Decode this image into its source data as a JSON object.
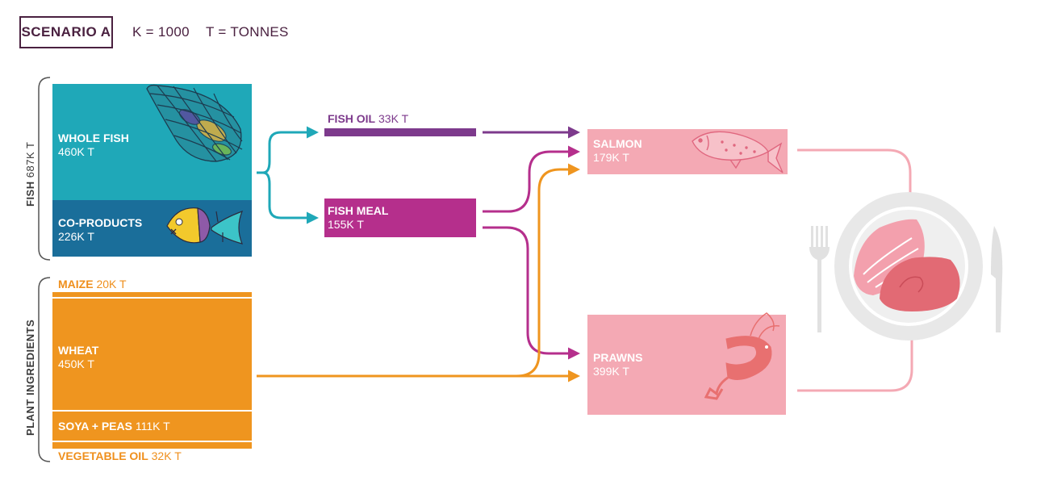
{
  "header": {
    "scenario": "SCENARIO A",
    "k_note": "K = 1000",
    "t_note": "T = TONNES"
  },
  "groups": {
    "fish": {
      "title": "FISH",
      "total": "687K T"
    },
    "plant": {
      "title": "PLANT INGREDIENTS"
    }
  },
  "sources": {
    "whole_fish": {
      "label": "WHOLE FISH",
      "value": "460K T"
    },
    "co_products": {
      "label": "CO-PRODUCTS",
      "value": "226K T"
    },
    "maize": {
      "label": "MAIZE",
      "value": "20K T"
    },
    "wheat": {
      "label": "WHEAT",
      "value": "450K T"
    },
    "soya_peas": {
      "label": "SOYA + PEAS",
      "value": "111K T"
    },
    "vegetable_oil": {
      "label": "VEGETABLE OIL",
      "value": "32K T"
    }
  },
  "intermediates": {
    "fish_oil": {
      "label": "FISH OIL",
      "value": "33K T"
    },
    "fish_meal": {
      "label": "FISH MEAL",
      "value": "155K T"
    }
  },
  "outputs": {
    "salmon": {
      "label": "SALMON",
      "value": "179K T"
    },
    "prawns": {
      "label": "PRAWNS",
      "value": "399K T"
    }
  },
  "colors": {
    "teal": "#1fa8b8",
    "dark_blue": "#1a6e9a",
    "purple": "#7d3a8c",
    "magenta": "#b52f8c",
    "orange": "#ef951f",
    "pink": "#f4a9b4",
    "header": "#4a2140",
    "plate": "#e6e6e6"
  },
  "icons": [
    "fishing-net-icon",
    "fish-head-icon",
    "salmon-fish-icon",
    "prawn-icon",
    "fork-icon",
    "knife-icon",
    "plate-icon",
    "salmon-steak-icon"
  ]
}
